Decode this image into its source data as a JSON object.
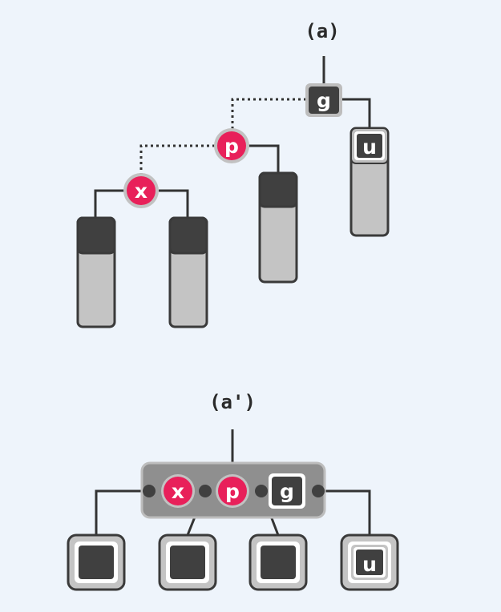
{
  "diagram": {
    "caption_top": "(a)",
    "caption_bottom": "(a')",
    "top_tree": {
      "g": "g",
      "p": "p",
      "x": "x",
      "u": "u"
    },
    "bottom_tree": {
      "x": "x",
      "p": "p",
      "g": "g",
      "u": "u"
    },
    "colors": {
      "red_node": "#e8205a",
      "black_node": "#404040",
      "subtree_fill": "#c4c4c4",
      "merged_node_fill": "#8f8f8f",
      "background": "#eef4fb"
    }
  }
}
